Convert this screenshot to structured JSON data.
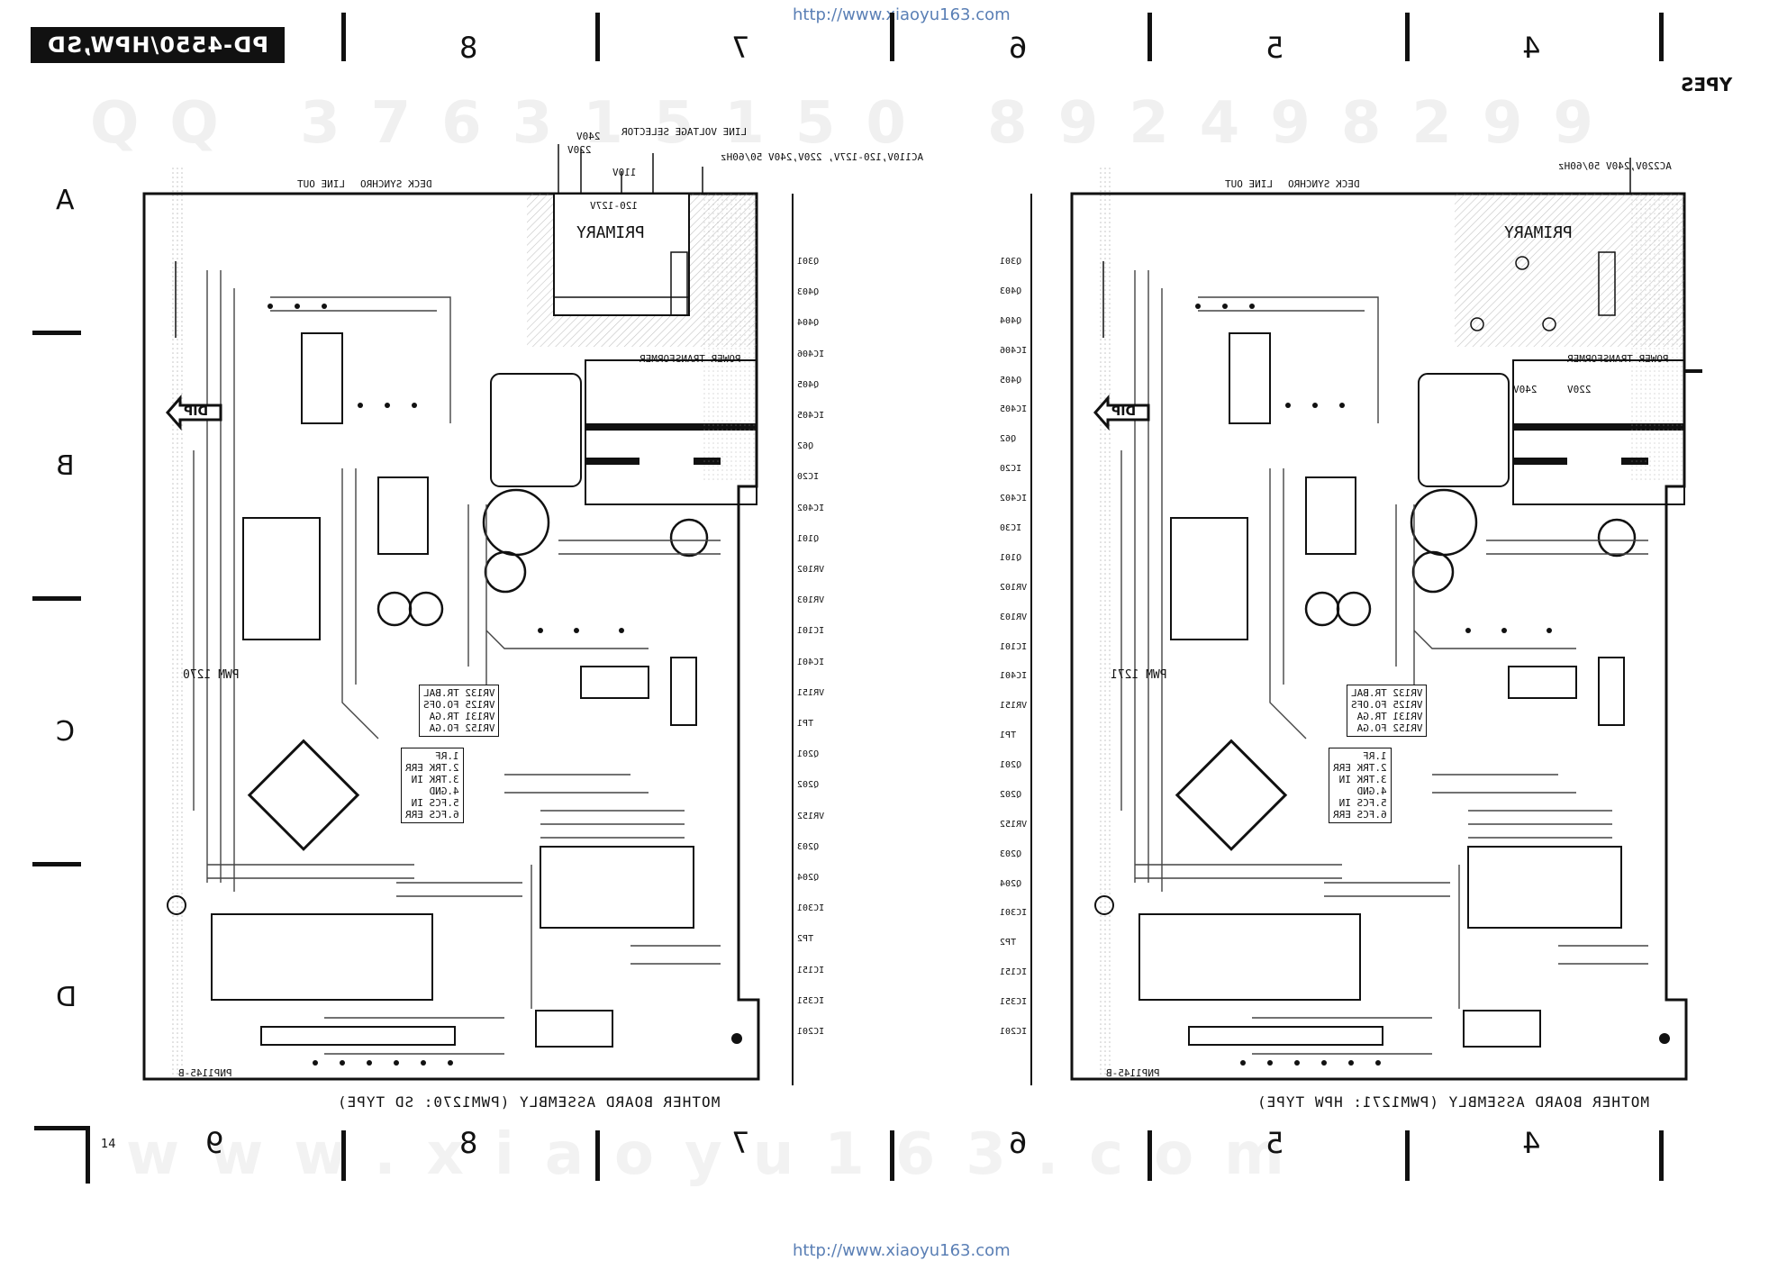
{
  "header": {
    "url_top": "http://www.xiaoyu163.com",
    "url_bottom": "http://www.xiaoyu163.com",
    "model_badge": "PD-4550/HPW,SD",
    "types_fragment": "YPES",
    "page_number": "14"
  },
  "watermarks": {
    "top_digits": "QQ 376315150 892498299",
    "bottom_site": "www.xiaoyu163.com"
  },
  "grid": {
    "column_numbers_top": [
      "8",
      "7",
      "6",
      "5",
      "4"
    ],
    "column_numbers_bottom": [
      "9",
      "8",
      "7",
      "6",
      "5",
      "4"
    ],
    "row_letters": [
      "A",
      "B",
      "C",
      "D"
    ]
  },
  "left_board": {
    "caption": "MOTHER BOARD ASSEMBLY (PWM1270: SD TYPE)",
    "pcb_code": "PNP1145-B",
    "board_id": "PWM 1270",
    "dip_label": "DIP",
    "primary_label": "PRIMARY",
    "transformer_label": "POWER TRANSFORMER",
    "line_out": "LINE OUT",
    "deck_synchro": "DECK SYNCHRO",
    "voltage_selector": "LINE VOLTAGE SELECTOR",
    "ac_rating": "AC110V,120-127V, 220V,240V 50/60Hz",
    "voltage_taps": [
      "240V",
      "220V",
      "110V",
      "120-127V"
    ],
    "adj_table": [
      "VR132 TR.BAL",
      "VR125 FO.OFS",
      "VR131 TR.GA",
      "VR152 FO.GA"
    ],
    "test_table": [
      "1.RF",
      "2.TRK ERR",
      "3.TRK IN",
      "4.GND",
      "5.FCS IN",
      "6.FCS ERR"
    ],
    "side_refs": [
      "Q301",
      "Q403",
      "Q404",
      "IC406",
      "Q405",
      "IC405",
      "Q62",
      "IC20",
      "IC402",
      "Q101",
      "VR102",
      "VR103",
      "IC101",
      "IC401",
      "VR151",
      "TP1",
      "Q201",
      "Q202",
      "VR152",
      "Q203",
      "Q204",
      "IC301",
      "TP2",
      "IC151",
      "IC351",
      "IC201"
    ]
  },
  "right_board": {
    "caption": "MOTHER BOARD ASSEMBLY (PWM1271: HPW TYPE)",
    "pcb_code": "PNP1145-B",
    "board_id": "PWM 1271",
    "dip_label": "DIP",
    "primary_label": "PRIMARY",
    "transformer_label": "POWER TRANSFORMER",
    "line_out": "LINE OUT",
    "deck_synchro": "DECK SYNCHRO",
    "ac_rating": "AC220V,240V 50/60Hz",
    "voltage_taps": [
      "240V",
      "220V"
    ],
    "adj_table": [
      "VR132 TR.BAL",
      "VR125 FO.OFS",
      "VR131 TR.GA",
      "VR152 FO.GA"
    ],
    "test_table": [
      "1.RF",
      "2.TRK ERR",
      "3.TRK IN",
      "4.GND",
      "5.FCS IN",
      "6.FCS ERR"
    ],
    "side_refs": [
      "Q301",
      "Q403",
      "Q404",
      "IC406",
      "Q405",
      "IC405",
      "Q62",
      "IC20",
      "IC402",
      "IC30",
      "Q101",
      "VR102",
      "VR103",
      "IC101",
      "IC401",
      "VR151",
      "TP1",
      "Q201",
      "Q202",
      "VR152",
      "Q203",
      "Q204",
      "IC301",
      "TP2",
      "IC151",
      "IC351",
      "IC201"
    ]
  }
}
